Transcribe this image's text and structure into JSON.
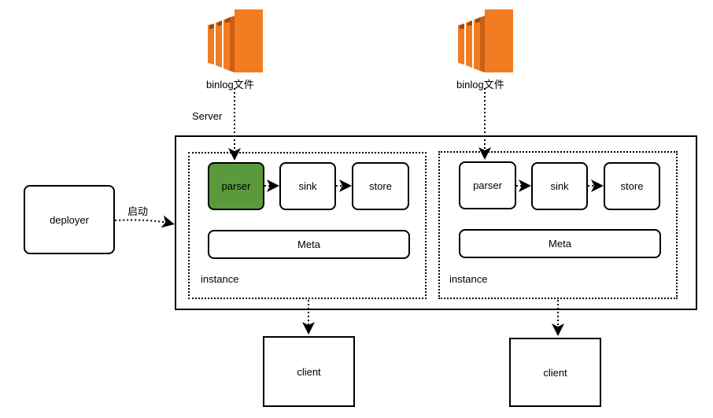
{
  "server": {
    "label": "Server"
  },
  "binlog_files": [
    {
      "label": "binlog文件",
      "icon": "aws-ec2-icon",
      "color": "#F27C22"
    },
    {
      "label": "binlog文件",
      "icon": "aws-ec2-icon",
      "color": "#F27C22"
    }
  ],
  "deployer": {
    "label": "deployer",
    "arrow_label": "启动"
  },
  "instances": [
    {
      "label": "instance",
      "parser": {
        "label": "parser",
        "highlighted": true,
        "fill": "#5A9A3C"
      },
      "sink": {
        "label": "sink"
      },
      "store": {
        "label": "store"
      },
      "meta": {
        "label": "Meta"
      }
    },
    {
      "label": "instance",
      "parser": {
        "label": "parser",
        "highlighted": false
      },
      "sink": {
        "label": "sink"
      },
      "store": {
        "label": "store"
      },
      "meta": {
        "label": "Meta"
      }
    }
  ],
  "clients": [
    {
      "label": "client"
    },
    {
      "label": "client"
    }
  ]
}
